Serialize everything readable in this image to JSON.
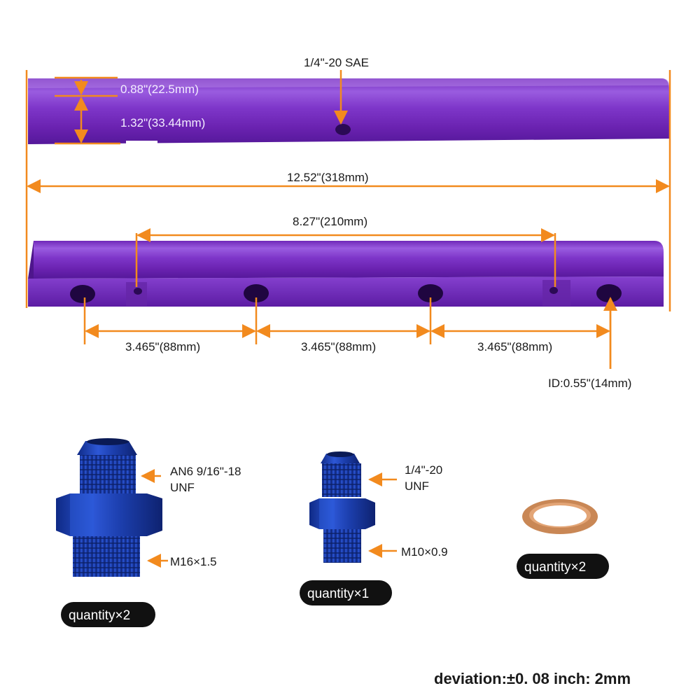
{
  "labels": {
    "port_top": "1/4\"-20 SAE",
    "dim_088": "0.88\"(22.5mm)",
    "dim_132": "1.32\"(33.44mm)",
    "length": "12.52\"(318mm)",
    "mount_spacing": "8.27\"(210mm)",
    "spacing_1": "3.465\"(88mm)",
    "spacing_2": "3.465\"(88mm)",
    "spacing_3": "3.465\"(88mm)",
    "inner_diameter": "ID:0.55\"(14mm)"
  },
  "fittings": {
    "large": {
      "thread_top_line1": "AN6 9/16\"-18",
      "thread_top_line2": "UNF",
      "thread_bottom": "M16×1.5",
      "quantity": "quantity×2"
    },
    "small": {
      "thread_top_line1": "1/4\"-20",
      "thread_top_line2": "UNF",
      "thread_bottom": "M10×0.9",
      "quantity": "quantity×1"
    },
    "washer": {
      "quantity": "quantity×2"
    }
  },
  "footer": {
    "deviation": "deviation:±0. 08 inch: 2mm"
  },
  "colors": {
    "accent": "#f28a1e",
    "rail": "#7a2fc4",
    "fitting": "#1c3fae",
    "washer": "#c98755",
    "pill": "#111111"
  }
}
